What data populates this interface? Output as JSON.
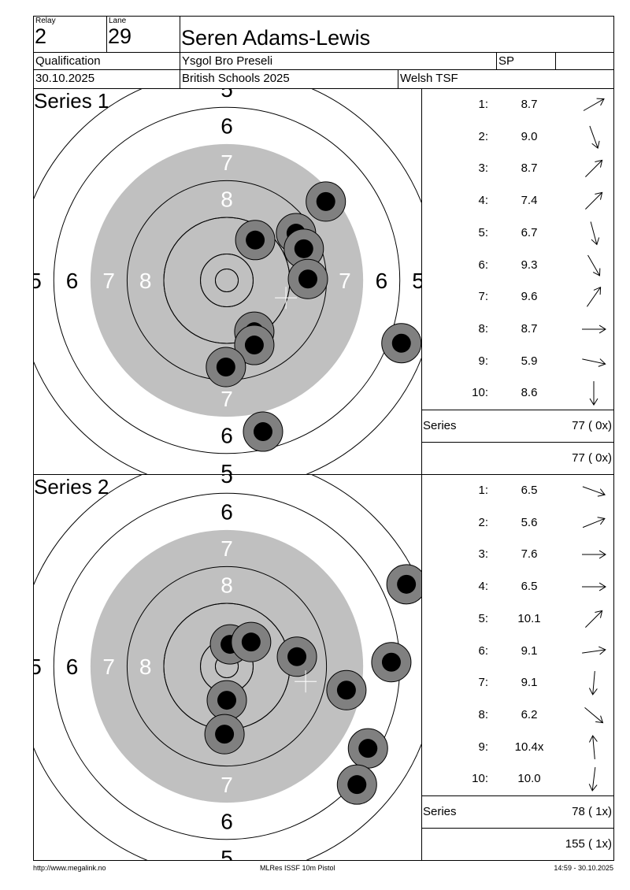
{
  "header": {
    "relay_label": "Relay",
    "relay": "2",
    "lane_label": "Lane",
    "lane": "29",
    "name": "Seren Adams-Lewis",
    "stage": "Qualification",
    "school": "Ysgol Bro Preseli",
    "class": "SP",
    "date": "30.10.2025",
    "event": "British Schools 2025",
    "club": "Welsh TSF"
  },
  "ring_labels": [
    "5",
    "6",
    "7",
    "8"
  ],
  "series": [
    {
      "title": "Series 1",
      "shots": [
        {
          "no": "1:",
          "value": "8.7",
          "arrow_deg": 30
        },
        {
          "no": "2:",
          "value": "9.0",
          "arrow_deg": -70
        },
        {
          "no": "3:",
          "value": "8.7",
          "arrow_deg": 45
        },
        {
          "no": "4:",
          "value": "7.4",
          "arrow_deg": 45
        },
        {
          "no": "5:",
          "value": "6.7",
          "arrow_deg": -75
        },
        {
          "no": "6:",
          "value": "9.3",
          "arrow_deg": -60
        },
        {
          "no": "7:",
          "value": "9.6",
          "arrow_deg": 55
        },
        {
          "no": "8:",
          "value": "8.7",
          "arrow_deg": 0
        },
        {
          "no": "9:",
          "value": "5.9",
          "arrow_deg": -12
        },
        {
          "no": "10:",
          "value": "8.6",
          "arrow_deg": -90
        }
      ],
      "hits_mm": [
        [
          21.6,
          17.2
        ],
        [
          15.1,
          10.3
        ],
        [
          16.8,
          6.9
        ],
        [
          6.2,
          8.8
        ],
        [
          17.7,
          0.3
        ],
        [
          6.0,
          -11.2
        ],
        [
          6.0,
          -14.1
        ],
        [
          -0.2,
          -18.9
        ],
        [
          38.1,
          -13.7
        ],
        [
          7.9,
          -33.0
        ]
      ],
      "group_center_mm": [
        12.9,
        -3.8
      ],
      "series_label": "Series",
      "series_total": "77 ( 0x)",
      "running_total": "77 ( 0x)"
    },
    {
      "title": "Series 2",
      "shots": [
        {
          "no": "1:",
          "value": "6.5",
          "arrow_deg": -20
        },
        {
          "no": "2:",
          "value": "5.6",
          "arrow_deg": 22
        },
        {
          "no": "3:",
          "value": "7.6",
          "arrow_deg": 0
        },
        {
          "no": "4:",
          "value": "6.5",
          "arrow_deg": 0
        },
        {
          "no": "5:",
          "value": "10.1",
          "arrow_deg": 45
        },
        {
          "no": "6:",
          "value": "9.1",
          "arrow_deg": 8
        },
        {
          "no": "7:",
          "value": "9.1",
          "arrow_deg": -95
        },
        {
          "no": "8:",
          "value": "6.2",
          "arrow_deg": -40
        },
        {
          "no": "9:",
          "value": "10.4x",
          "arrow_deg": 95
        },
        {
          "no": "10:",
          "value": "10.0",
          "arrow_deg": -97
        }
      ],
      "hits_mm": [
        [
          39.2,
          17.9
        ],
        [
          0.7,
          4.8
        ],
        [
          5.3,
          5.3
        ],
        [
          15.3,
          2.1
        ],
        [
          35.9,
          0.9
        ],
        [
          26.1,
          -5.2
        ],
        [
          0.0,
          -7.4
        ],
        [
          -0.5,
          -14.8
        ],
        [
          30.8,
          -17.9
        ],
        [
          28.4,
          -25.8
        ]
      ],
      "group_center_mm": [
        17.2,
        -3.3
      ],
      "series_label": "Series",
      "series_total": "78 ( 1x)",
      "running_total": "155 ( 1x)"
    }
  ],
  "footer": {
    "url": "http://www.megalink.no",
    "software": "MLRes ISSF 10m Pistol",
    "timestamp": "14:59 - 30.10.2025"
  },
  "colors": {
    "black_area": "#c0c0c0",
    "hit_outer": "#808080",
    "hit_inner": "#000000"
  }
}
